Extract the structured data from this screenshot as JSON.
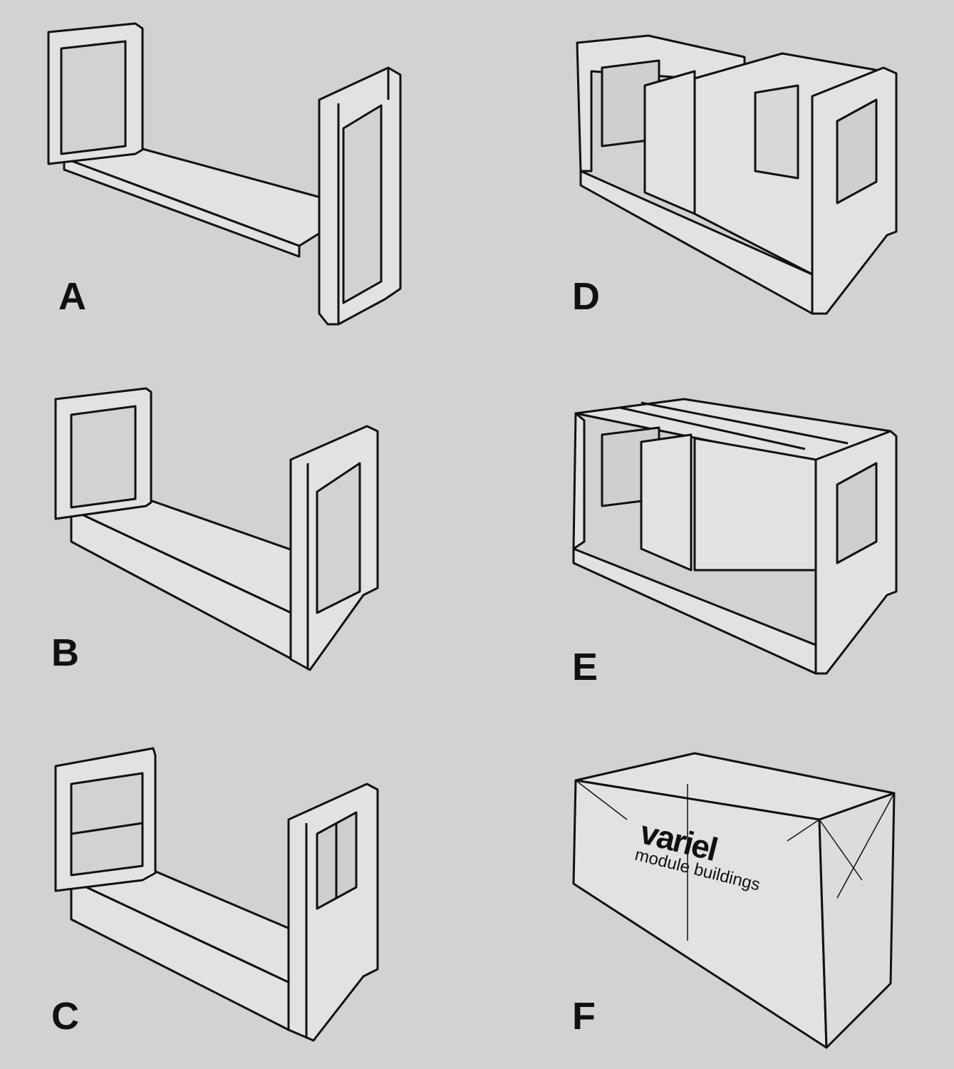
{
  "panels": [
    {
      "label": "A"
    },
    {
      "label": "B"
    },
    {
      "label": "C"
    },
    {
      "label": "D"
    },
    {
      "label": "E"
    },
    {
      "label": "F"
    }
  ],
  "logo": {
    "brand": "variel",
    "tagline": "module buildings"
  },
  "colors": {
    "background": "#d2d2d2",
    "surface": "#e2e2e2",
    "ink": "#111111"
  }
}
